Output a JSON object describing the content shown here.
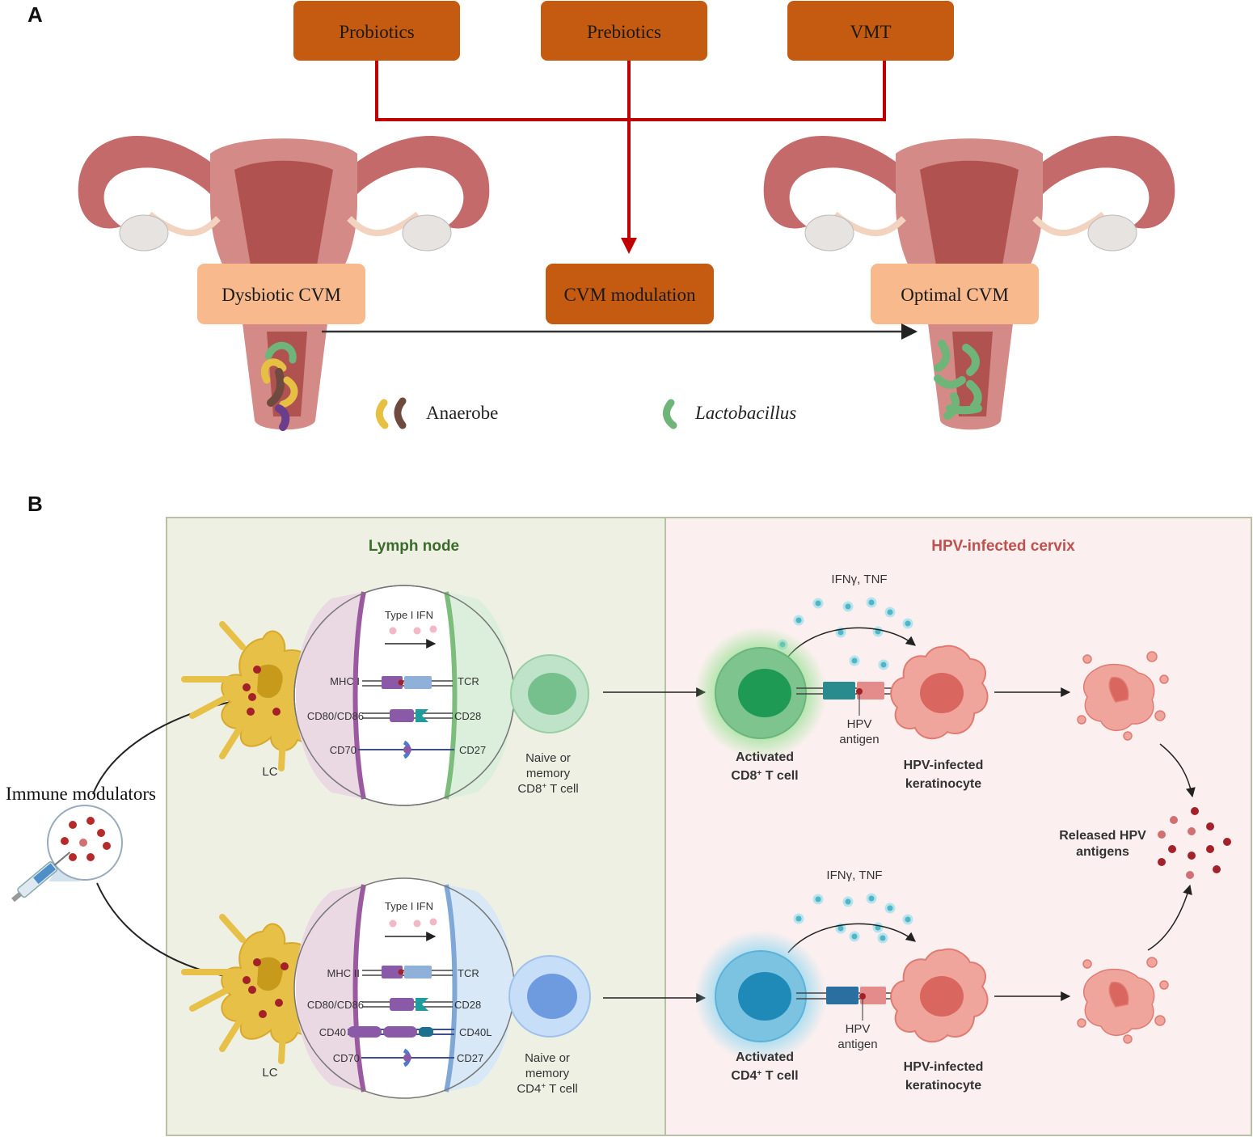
{
  "panel_a": {
    "letter": "A",
    "interventions": [
      "Probiotics",
      "Prebiotics",
      "VMT"
    ],
    "left_state": "Dysbiotic CVM",
    "middle_state": "CVM modulation",
    "right_state": "Optimal CVM",
    "legend": {
      "anaerobe": "Anaerobe",
      "lactobacillus": "Lactobacillus"
    }
  },
  "panel_b": {
    "letter": "B",
    "lymph_node_title": "Lymph node",
    "cervix_title": "HPV-infected cervix",
    "immune_modulators": "Immune modulators",
    "lc": "LC",
    "type1_ifn": "Type I IFN",
    "top_circle": {
      "left": [
        "MHC I",
        "CD80/CD86",
        "CD70"
      ],
      "right": [
        "TCR",
        "CD28",
        "CD27"
      ]
    },
    "bottom_circle": {
      "left": [
        "MHC II",
        "CD80/CD86",
        "CD40",
        "CD70"
      ],
      "right": [
        "TCR",
        "CD28",
        "CD40L",
        "CD27"
      ]
    },
    "naive_cd8": {
      "line1": "Naive or",
      "line2": "memory",
      "line3a": "CD8",
      "sup": "+",
      "line3b": " T cell"
    },
    "naive_cd4": {
      "line1": "Naive or",
      "line2": "memory",
      "line3a": "CD4",
      "sup": "+",
      "line3b": " T cell"
    },
    "cytokines": "IFNγ, TNF",
    "activated_cd8": {
      "line1": "Activated",
      "line2a": "CD8",
      "sup": "+",
      "line2b": " T cell"
    },
    "activated_cd4": {
      "line1": "Activated",
      "line2a": "CD4",
      "sup": "+",
      "line2b": " T cell"
    },
    "hpv_antigen": {
      "line1": "HPV",
      "line2": "antigen"
    },
    "keratinocyte": {
      "line1": "HPV-infected",
      "line2": "keratinocyte"
    },
    "released": {
      "line1": "Released HPV",
      "line2": "antigens"
    }
  },
  "colors": {
    "box_dark": "#c55a11",
    "box_light": "#f8b98c",
    "connector_red": "#c00000",
    "lymph_bg": "#eef0e4",
    "cervix_bg": "#fbf0ef",
    "lymph_title": "#3a6b2a",
    "cervix_title": "#c0504d"
  }
}
